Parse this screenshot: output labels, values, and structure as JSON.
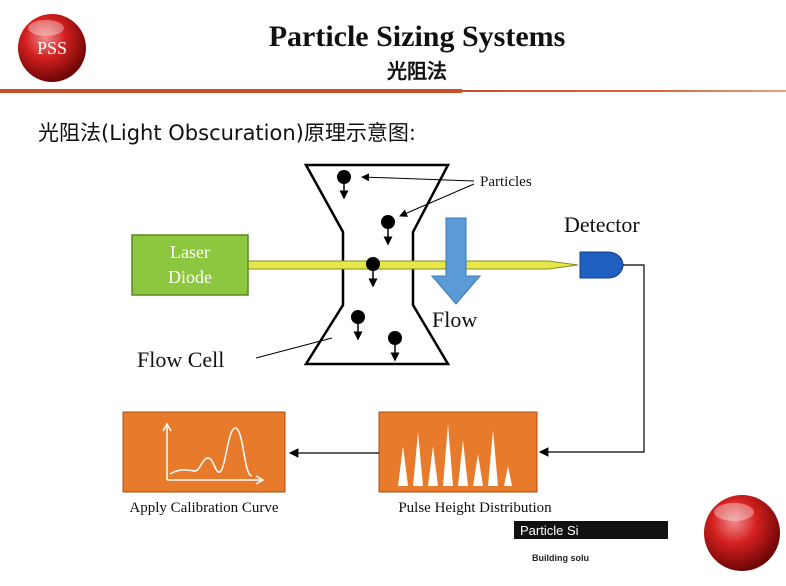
{
  "header": {
    "logo_text": "PSS",
    "title": "Particle Sizing Systems",
    "subtitle": "光阻法"
  },
  "intro": "光阻法(Light Obscuration)原理示意图:",
  "diagram": {
    "particles_label": "Particles",
    "detector_label": "Detector",
    "laser_line1": "Laser",
    "laser_line2": "Diode",
    "flow_label": "Flow",
    "flow_cell_label": "Flow Cell",
    "apply_label": "Apply Calibration Curve",
    "pulse_label": "Pulse Height Distribution"
  },
  "footer": {
    "brand": "Particle Si",
    "tagline": "Building solu"
  },
  "colors": {
    "accent_orange": "#e87a2b",
    "laser_green": "#8dc63f",
    "laser_beam": "#e6e84a",
    "detector_blue": "#1f5fbf",
    "flow_arrow": "#5b9bd5",
    "header_rule": "#c8502a"
  }
}
